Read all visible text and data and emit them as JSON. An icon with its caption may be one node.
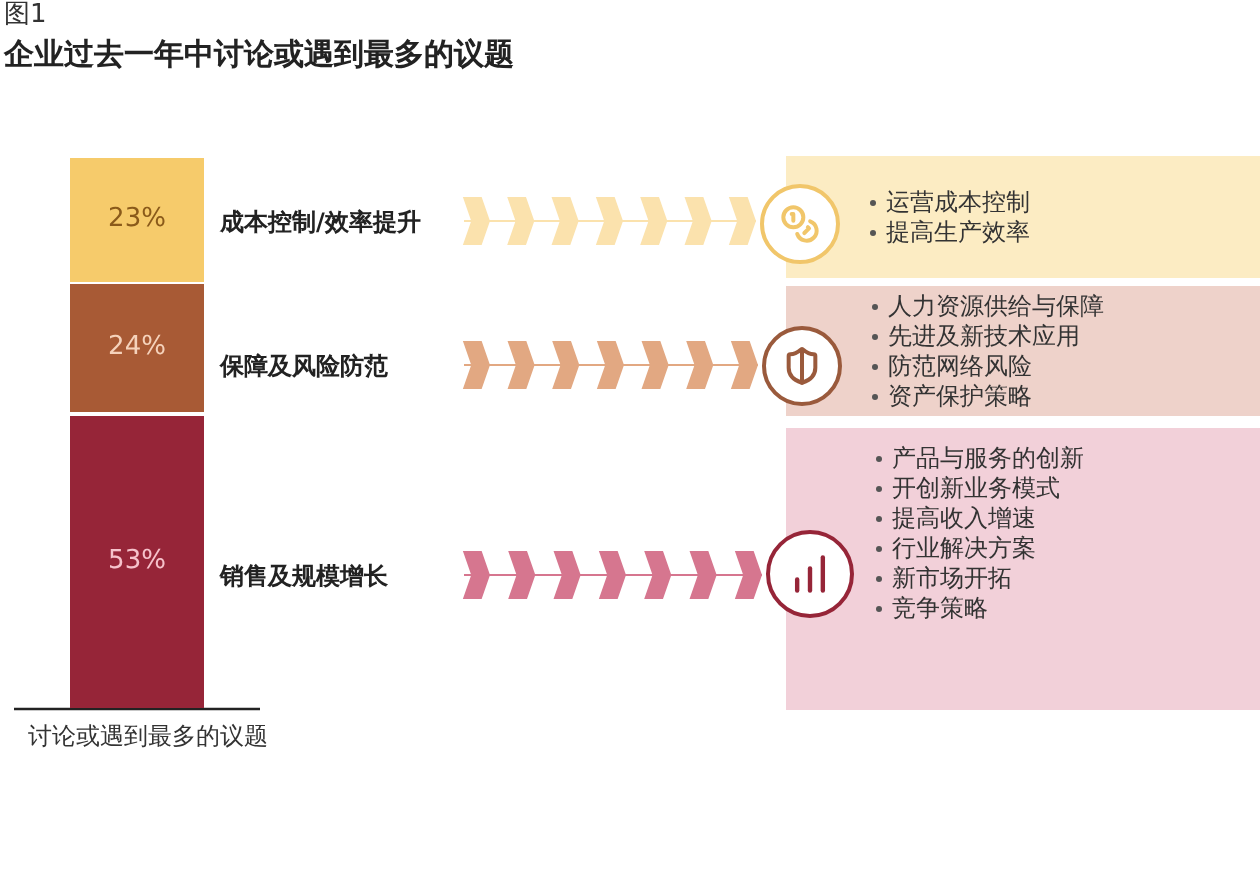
{
  "diagram": {
    "title": "企业过去一年中讨论或遇到最多的议题",
    "nodes": [
      {
        "text": [
          "23%"
        ]
      },
      {
        "text": [
          "24%"
        ]
      },
      {
        "text": [
          "53%"
        ]
      },
      {
        "text": [
          "成本控制/效率提升"
        ]
      },
      {
        "text": [
          "保障及风险防范"
        ]
      },
      {
        "text": [
          "销售及规模增长"
        ]
      },
      {
        "text": [
          "运营成本控制",
          "提高生产效率"
        ]
      },
      {
        "text": [
          "人力资源供给与保障",
          "先进及新技术应用",
          "防范网络风险",
          "资产保护策略"
        ]
      },
      {
        "text": [
          "产品与服务的创新",
          "开创新业务模式",
          "提高收入增速",
          "行业解决方案",
          "新市场开拓",
          "竞争策略"
        ]
      }
    ],
    "edges": [
      {
        "from": 3,
        "to": 6,
        "arrow": "to",
        "color": "#fbe2ad"
      },
      {
        "from": 4,
        "to": 7,
        "arrow": "to",
        "color": "#e2a882"
      },
      {
        "from": 5,
        "to": 8,
        "arrow": "to",
        "color": "#d6768f"
      }
    ],
    "labels": [
      "图1",
      "讨论或遇到最多的议题"
    ]
  }
}
